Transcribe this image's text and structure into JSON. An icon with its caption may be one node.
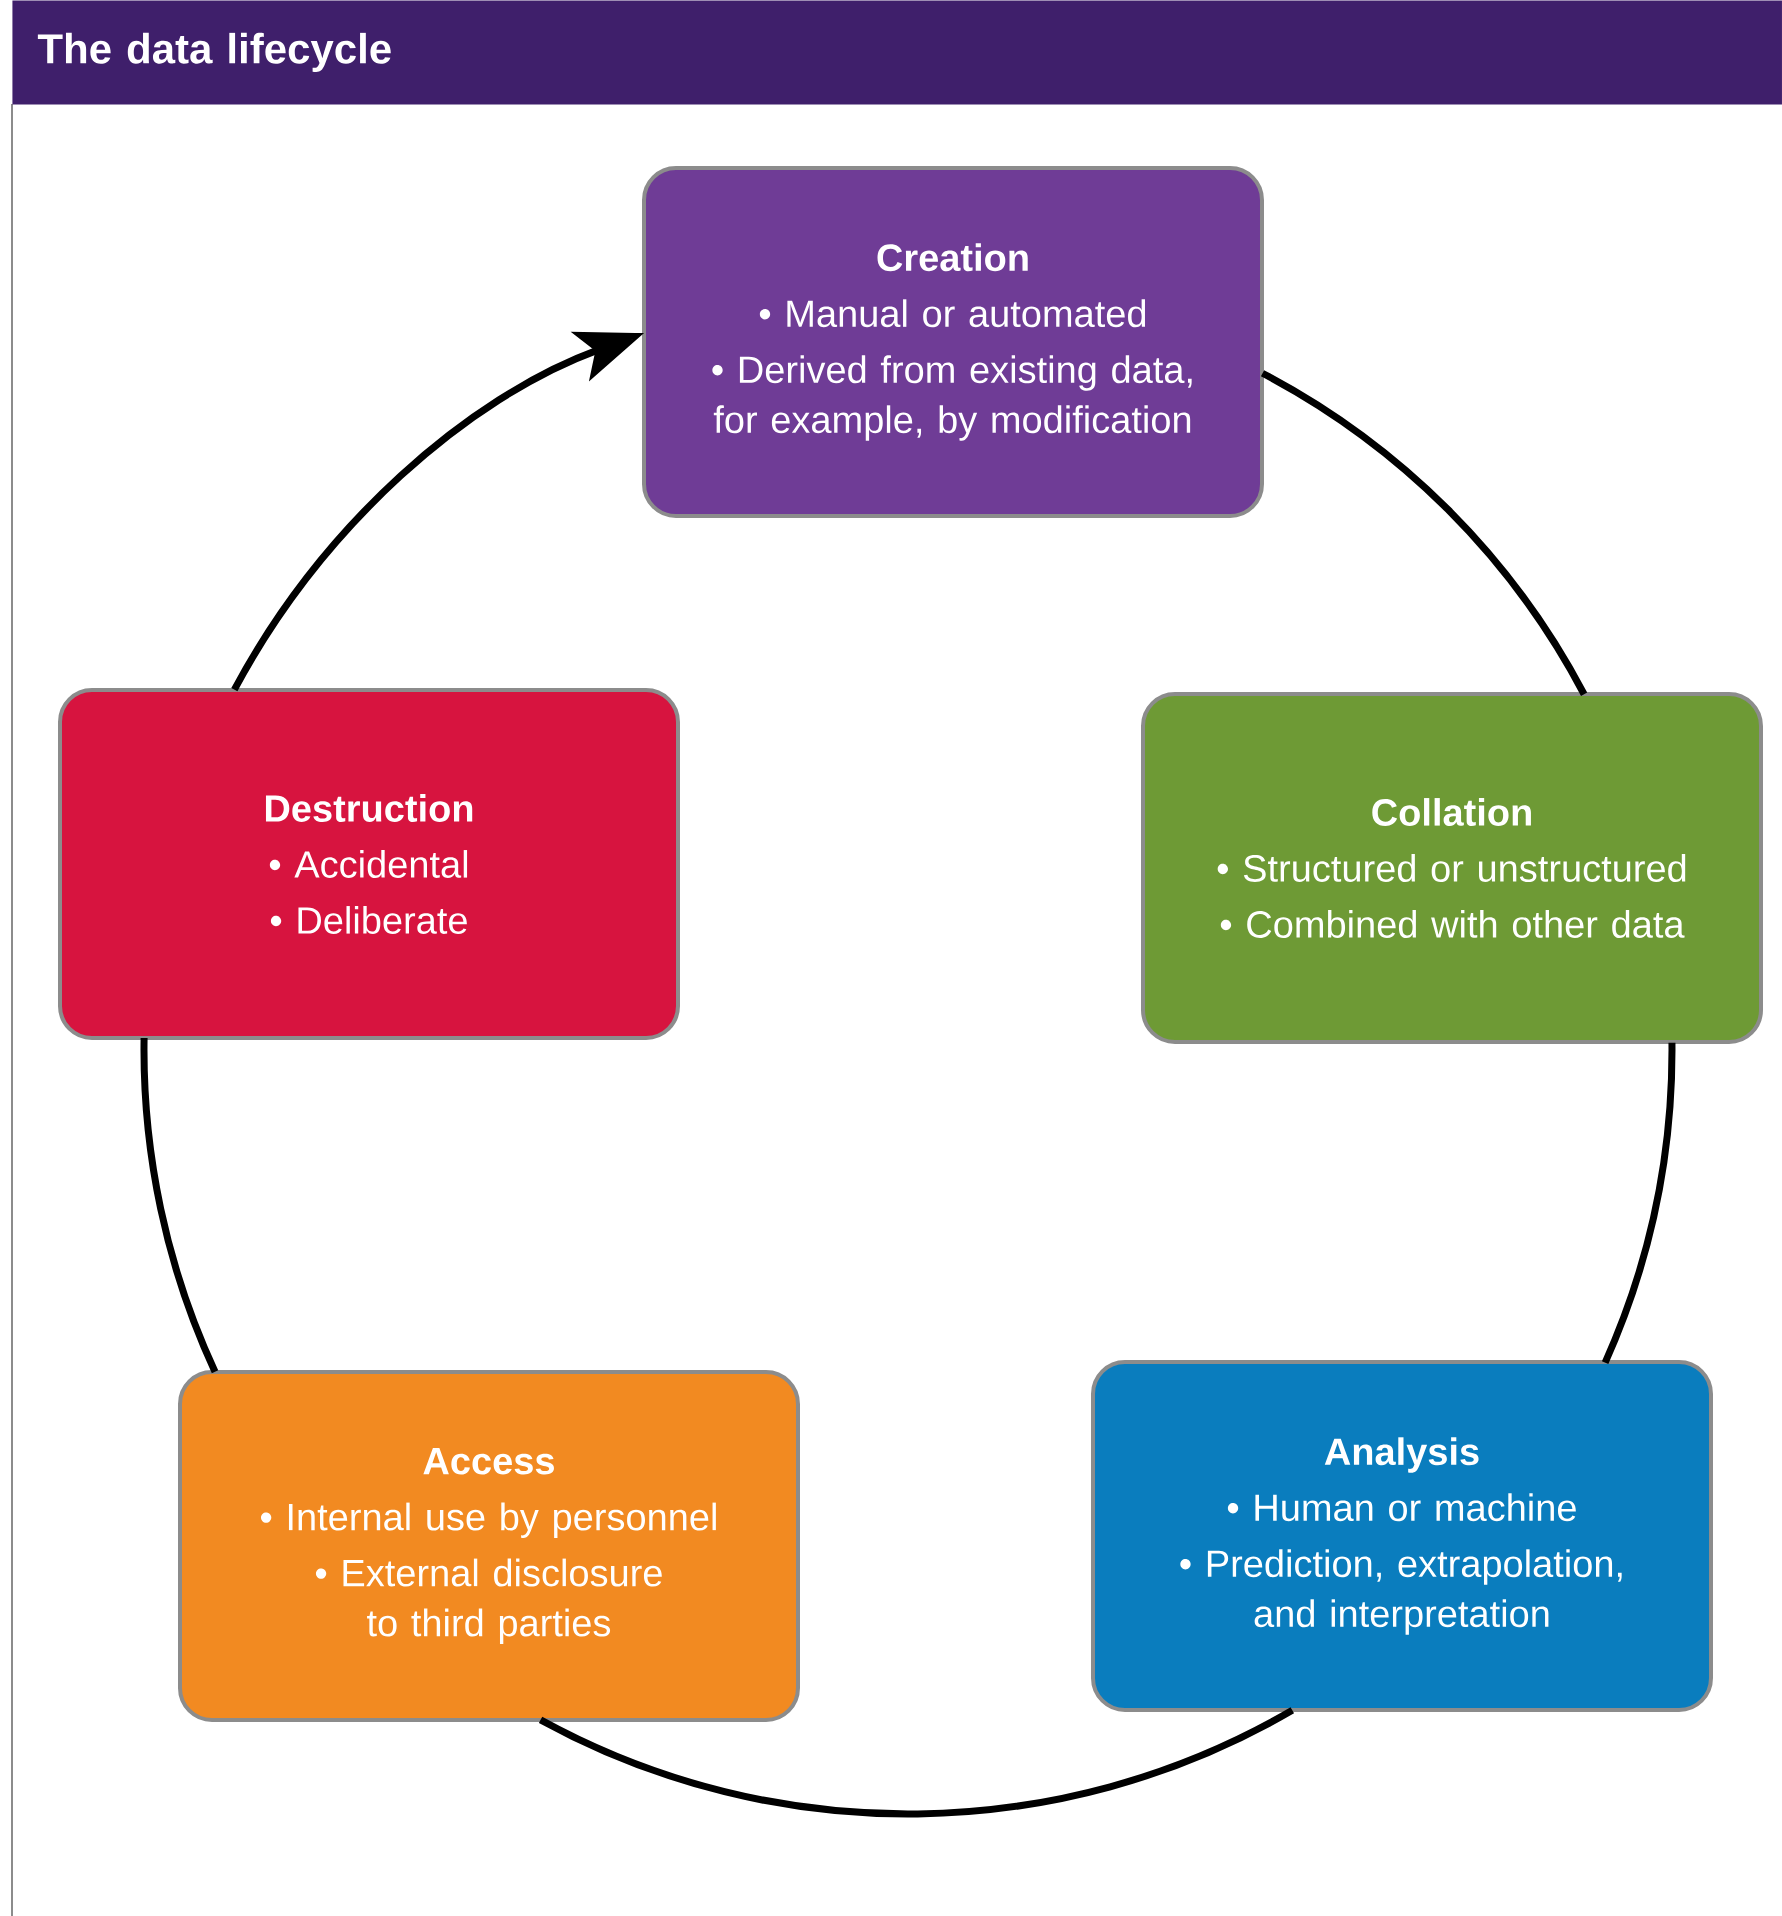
{
  "diagram": {
    "title": "The data lifecycle",
    "nodes": [
      {
        "text": [
          "Creation",
          "• Manual or automated",
          "• Derived from existing data, for example, by modification"
        ]
      },
      {
        "text": [
          "Collation",
          "• Structured or unstructured",
          "• Combined with other data"
        ]
      },
      {
        "text": [
          "Analysis",
          "• Human or machine",
          "• Prediction, extrapolation, and interpretation"
        ]
      },
      {
        "text": [
          "Access",
          "• Internal use by personnel",
          "• External disclosure to third parties"
        ]
      },
      {
        "text": [
          "Destruction",
          "• Accidental",
          "• Deliberate"
        ]
      }
    ],
    "edges": [
      {
        "from": 0,
        "to": 1,
        "arrow": "none"
      },
      {
        "from": 1,
        "to": 2,
        "arrow": "none"
      },
      {
        "from": 2,
        "to": 3,
        "arrow": "none"
      },
      {
        "from": 3,
        "to": 4,
        "arrow": "none"
      },
      {
        "from": 4,
        "to": 0,
        "arrow": "to"
      }
    ]
  }
}
